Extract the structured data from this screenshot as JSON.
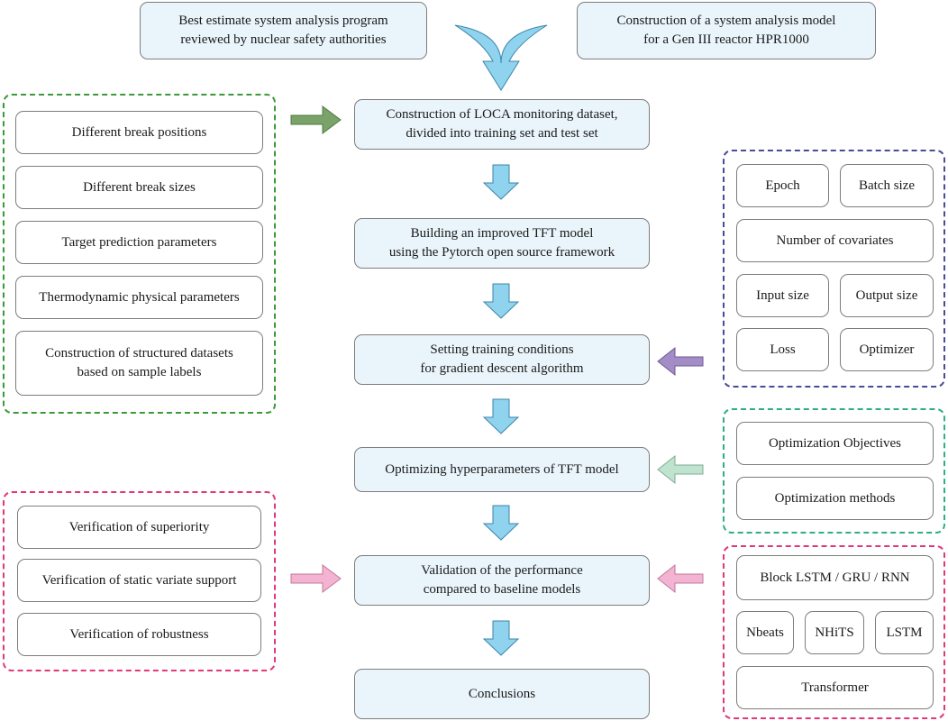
{
  "top_sources": [
    "Best estimate system analysis program\nreviewed by nuclear safety authorities",
    "Construction of a system analysis model\nfor a Gen III reactor HPR1000"
  ],
  "main_flow": [
    "Construction of LOCA monitoring dataset,\ndivided into training set and test set",
    "Building an improved TFT model\nusing the Pytorch open source framework",
    "Setting training conditions\nfor gradient descent algorithm",
    "Optimizing hyperparameters of TFT model",
    "Validation of the performance\ncompared to baseline models",
    "Conclusions"
  ],
  "dataset_group": {
    "color": "#3a9a3a",
    "items": [
      "Different break positions",
      "Different break sizes",
      "Target prediction parameters",
      "Thermodynamic physical parameters",
      "Construction of structured datasets\nbased on sample labels"
    ]
  },
  "training_group": {
    "color": "#4a4a9a",
    "items": [
      "Epoch",
      "Batch size",
      "Number of covariates",
      "Input size",
      "Output size",
      "Loss",
      "Optimizer"
    ]
  },
  "optimization_group": {
    "color": "#2eaf7e",
    "items": [
      "Optimization Objectives",
      "Optimization methods"
    ]
  },
  "verification_group": {
    "color": "#e0387a",
    "items": [
      "Verification of superiority",
      "Verification of static variate support",
      "Verification of robustness"
    ]
  },
  "baseline_group": {
    "color": "#e0387a",
    "items": [
      "Block LSTM / GRU / RNN",
      "Nbeats",
      "NHiTS",
      "LSTM",
      "Transformer"
    ]
  },
  "arrow_colors": {
    "flow": "#8fd3ef",
    "green": "#7aa36a",
    "purple": "#a48dc6",
    "mint": "#bfe3cf",
    "pink": "#f4b3d2"
  }
}
